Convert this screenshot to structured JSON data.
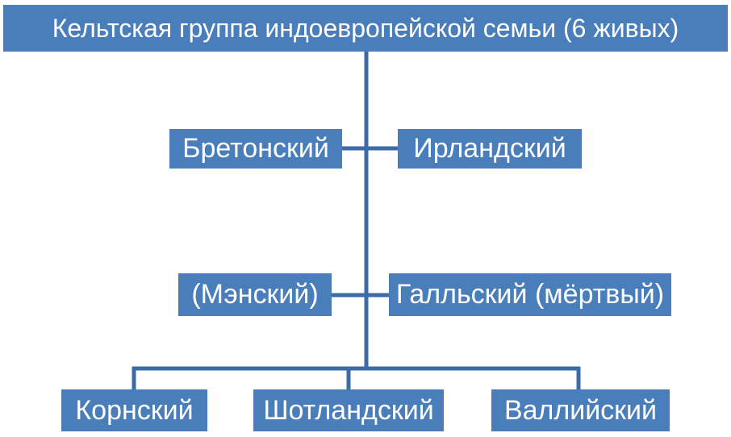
{
  "title": "Кельтская группа индоевропейской семьи (6 живых)",
  "nodes": {
    "breton": "Бретонский",
    "irish": "Ирландский",
    "manx": "(Мэнский)",
    "gaelic": "Галльский (мёртвый)",
    "cornish": "Корнский",
    "scottish": "Шотландский",
    "welsh": "Валлийский"
  },
  "colors": {
    "box_fill": "#4a7ebb",
    "box_text": "#ffffff",
    "connector": "#3d6ba6"
  }
}
